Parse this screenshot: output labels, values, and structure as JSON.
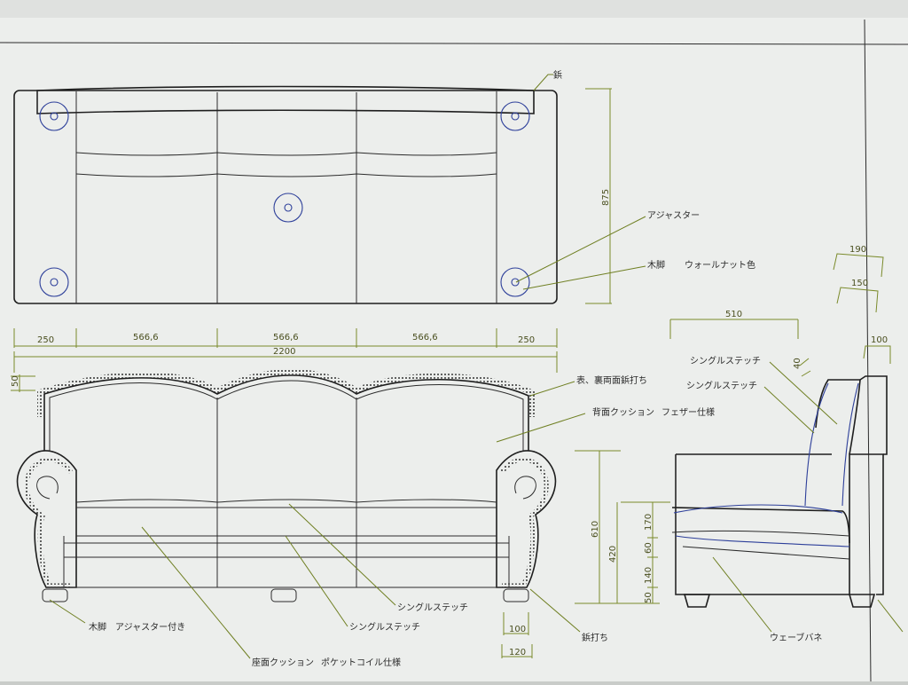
{
  "colors": {
    "paper": "#eceeec",
    "line": "#2b2b2b",
    "dimension": "#7a8a2a",
    "adjuster": "#2d3f9a"
  },
  "labels": {
    "rivet": "鋲",
    "adjuster": "アジャスター",
    "wood_leg": "木脚",
    "walnut": "ウォールナット色",
    "rivet_both_sides": "表、裏両面鋲打ち",
    "back_cushion": "背面クッション",
    "feather": "フェザー仕様",
    "single_stitch": "シングルステッチ",
    "wood_leg_adjuster": "木脚　アジャスター付き",
    "seat_cushion": "座面クッション",
    "pocket_coil": "ポケットコイル仕様",
    "rivet_hit": "鋲打ち",
    "wave_spring": "ウェーブバネ"
  },
  "dims": {
    "arm": "250",
    "seat1": "566,6",
    "seat2": "566,6",
    "seat3": "566,6",
    "arm_r": "250",
    "total": "2200",
    "depth": "875",
    "top50": "50",
    "height": "610",
    "seat_h": "420",
    "d170": "170",
    "d60": "60",
    "d140": "140",
    "d50": "50",
    "leg100": "100",
    "leg120": "120",
    "side510": "510",
    "s190": "190",
    "s150": "150",
    "s100": "100",
    "s40": "40"
  }
}
